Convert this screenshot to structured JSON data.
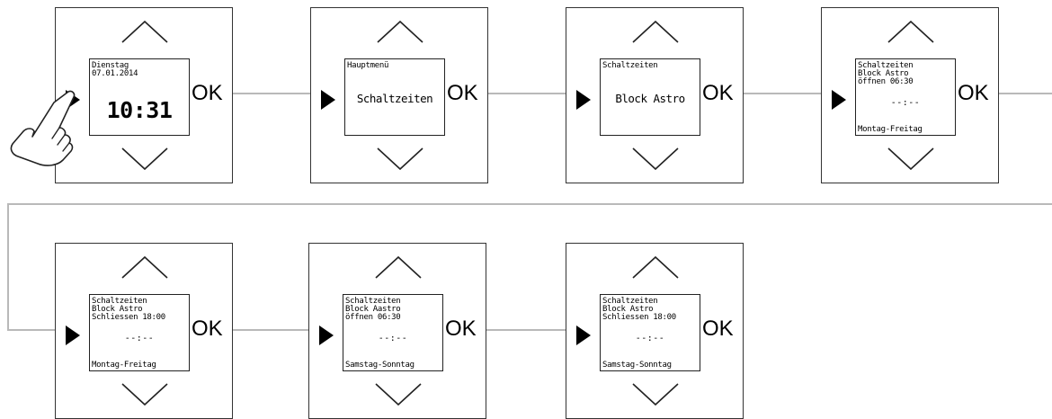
{
  "ok_label": "OK",
  "placeholder_time": "--:--",
  "icons": {
    "up": "chevron-up-icon",
    "down": "chevron-down-icon",
    "select": "play-icon",
    "hand": "pointing-hand-icon"
  },
  "colors": {
    "connector": "#b9b9b9",
    "border": "#333333"
  },
  "screens": [
    {
      "line1": "Dienstag",
      "line2": "07.01.2014",
      "time": "10:31"
    },
    {
      "header": "Hauptmenü",
      "label": "Schaltzeiten"
    },
    {
      "header": "Schaltzeiten",
      "label": "Block Astro"
    },
    {
      "line1": "Schaltzeiten",
      "line2": "Block Astro",
      "line3": "öffnen 06:30",
      "footer": "Montag-Freitag"
    },
    {
      "line1": "Schaltzeiten",
      "line2": "Block Astro",
      "line3": "Schliessen 18:00",
      "footer": "Montag-Freitag"
    },
    {
      "line1": "Schaltzeiten",
      "line2": "Block Aastro",
      "line3": "öffnen 06:30",
      "footer": "Samstag-Sonntag"
    },
    {
      "line1": "Schaltzeiten",
      "line2": "Block Astro",
      "line3": "Schliessen 18:00",
      "footer": "Samstag-Sonntag"
    }
  ]
}
